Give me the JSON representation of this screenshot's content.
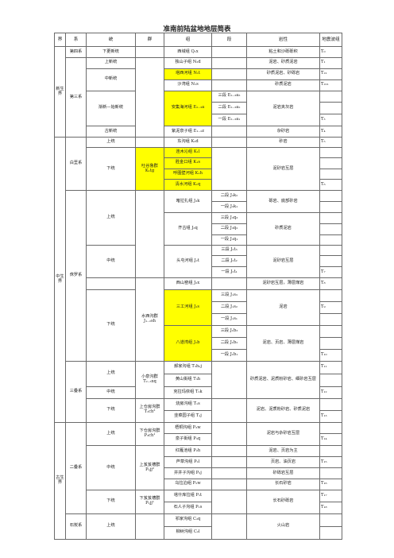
{
  "document": {
    "title": "准南前陆盆地地层简表",
    "headers": [
      "界",
      "系",
      "统",
      "群",
      "组",
      "段",
      "岩性",
      "地震波组"
    ]
  },
  "table": {
    "rows": [
      [
        "新生界",
        "第四系",
        "下更新统",
        "",
        "西域组 Q₁x",
        "",
        "粘土和沙砾砾积",
        "T₀"
      ],
      [
        "",
        "第三系",
        "上新统",
        "",
        "独山子组 N₂d",
        "",
        "泥岩、砂质泥岩",
        "T₁"
      ],
      [
        "",
        "",
        "中新统",
        "",
        "塔西河组 N₁t",
        "",
        "砂质泥岩、砂砾岩",
        "T₂₁"
      ],
      [
        "",
        "",
        "",
        "",
        "沙湾组 N₁s",
        "",
        "砂质泥岩",
        "T₂₂₁"
      ],
      [
        "",
        "",
        "渐新—始新统",
        "",
        "安集海河组 E₂₋₃a",
        "三段 E₂₋₃a₃",
        "泥岩夹灰岩",
        ""
      ],
      [
        "",
        "",
        "",
        "",
        "",
        "二段 E₂₋₃a₂",
        "",
        ""
      ],
      [
        "",
        "",
        "",
        "",
        "",
        "一段 E₂₋₃a₁",
        "",
        "T₃"
      ],
      [
        "",
        "",
        "古新统",
        "",
        "紫泥泉子组 E₁₋₂z",
        "",
        "杂砂岩",
        "T₄"
      ],
      [
        "中生界",
        "白垩系",
        "上统",
        "",
        "东沟组 K₂d",
        "",
        "砂岩",
        "T₅"
      ],
      [
        "",
        "",
        "下统",
        "吐谷鲁群 K₁tg",
        "连木沁组 K₁l",
        "",
        "泥砂岩互层",
        ""
      ],
      [
        "",
        "",
        "",
        "",
        "胜金口组 K₁s",
        "",
        "",
        ""
      ],
      [
        "",
        "",
        "",
        "",
        "呼图壁河组 K₁h",
        "",
        "",
        ""
      ],
      [
        "",
        "",
        "",
        "",
        "清水河组 K₁q",
        "",
        "",
        "T₆"
      ],
      [
        "",
        "侏罗系",
        "上统",
        "",
        "喀拉扎组 J₃k",
        "二段 J₃k₂",
        "砾岩、底部砂岩",
        ""
      ],
      [
        "",
        "",
        "",
        "",
        "",
        "一段 J₃k₁",
        "",
        ""
      ],
      [
        "",
        "",
        "",
        "",
        "齐古组 J₃q",
        "三段 J₃q₃",
        "砂质泥岩",
        ""
      ],
      [
        "",
        "",
        "",
        "",
        "",
        "二段 J₃q₂",
        "",
        ""
      ],
      [
        "",
        "",
        "",
        "",
        "",
        "一段 J₃q₁",
        "",
        ""
      ],
      [
        "",
        "",
        "中统",
        "",
        "头屯河组 J₂t",
        "三段 J₂t₃",
        "泥砂岩互层",
        ""
      ],
      [
        "",
        "",
        "",
        "",
        "",
        "二段 J₂t₂",
        "",
        ""
      ],
      [
        "",
        "",
        "",
        "",
        "",
        "一段 J₂t₁",
        "",
        "T₇"
      ],
      [
        "",
        "",
        "",
        "水西沟群 J₁₋₂sh",
        "西山窑组 J₂x",
        "",
        "泥砂岩互层，薄层煤岩",
        "T₈"
      ],
      [
        "",
        "",
        "下统",
        "",
        "三工河组 J₁s",
        "三段 J₁s₃",
        "泥岩",
        ""
      ],
      [
        "",
        "",
        "",
        "",
        "",
        "二段 J₁s₂",
        "",
        "T₉"
      ],
      [
        "",
        "",
        "",
        "",
        "",
        "一段 J₁s₁",
        "",
        ""
      ],
      [
        "",
        "",
        "",
        "",
        "八道湾组 J₁b",
        "三段 J₁b₃",
        "泥岩、页岩、薄层煤岩",
        ""
      ],
      [
        "",
        "",
        "",
        "",
        "",
        "二段 J₁b₂",
        "",
        ""
      ],
      [
        "",
        "",
        "",
        "",
        "",
        "一段 J₁b₁",
        "",
        "T₁₀"
      ],
      [
        "",
        "三叠系",
        "上统",
        "小泉沟群 T₂₋₃xq",
        "郝家沟组 T₃h₂j",
        "",
        "砂质泥岩、泥质粉砂岩、细砂岩互层",
        "T₁₁"
      ],
      [
        "",
        "",
        "",
        "",
        "黄山街组 T₃h",
        "",
        "",
        ""
      ],
      [
        "",
        "",
        "中统",
        "",
        "克拉玛依组 T₂k",
        "",
        "",
        "T₁₂"
      ],
      [
        "",
        "",
        "下统",
        "上仓房沟群 T₁ch²",
        "烧房沟组 T₁s",
        "",
        "泥岩、泥质粉砂岩、砂质泥岩",
        ""
      ],
      [
        "",
        "",
        "",
        "",
        "韭菜园子组 T₁j",
        "",
        "",
        "T₁₃"
      ],
      [
        "古生界",
        "二叠系",
        "上统",
        "下仓房沟群 P₃ch¹",
        "梧桐沟组 P₃w",
        "",
        "泥岩与杂砂岩互层",
        ""
      ],
      [
        "",
        "",
        "",
        "",
        "泉子街组 P₃q",
        "",
        "",
        "T₁₄"
      ],
      [
        "",
        "",
        "中统",
        "上芨芨槽群 P₂jj²",
        "红雁池组 P₂h",
        "",
        "泥岩、页岩为主",
        ""
      ],
      [
        "",
        "",
        "",
        "",
        "芦草沟组 P₂l",
        "",
        "页岩、油页岩",
        "T₁₅"
      ],
      [
        "",
        "",
        "",
        "",
        "井井子沟组 P₂j",
        "",
        "砂砾岩互层",
        ""
      ],
      [
        "",
        "",
        "",
        "",
        "乌拉泊组 P₂w",
        "",
        "长石砂岩",
        "T₁₆"
      ],
      [
        "",
        "",
        "下统",
        "下芨芨槽群 P₁jj¹",
        "塔什库拉组 P₁t",
        "",
        "长石砂砾岩",
        "T₁₇"
      ],
      [
        "",
        "",
        "",
        "",
        "石人子沟组 P₁s",
        "",
        "",
        "T₁₈"
      ],
      [
        "",
        "石炭系",
        "上统",
        "",
        "祁家沟组 C₂q",
        "",
        "火山岩",
        ""
      ],
      [
        "",
        "",
        "",
        "",
        "柳树沟组 C₂l",
        "",
        "",
        ""
      ]
    ]
  }
}
